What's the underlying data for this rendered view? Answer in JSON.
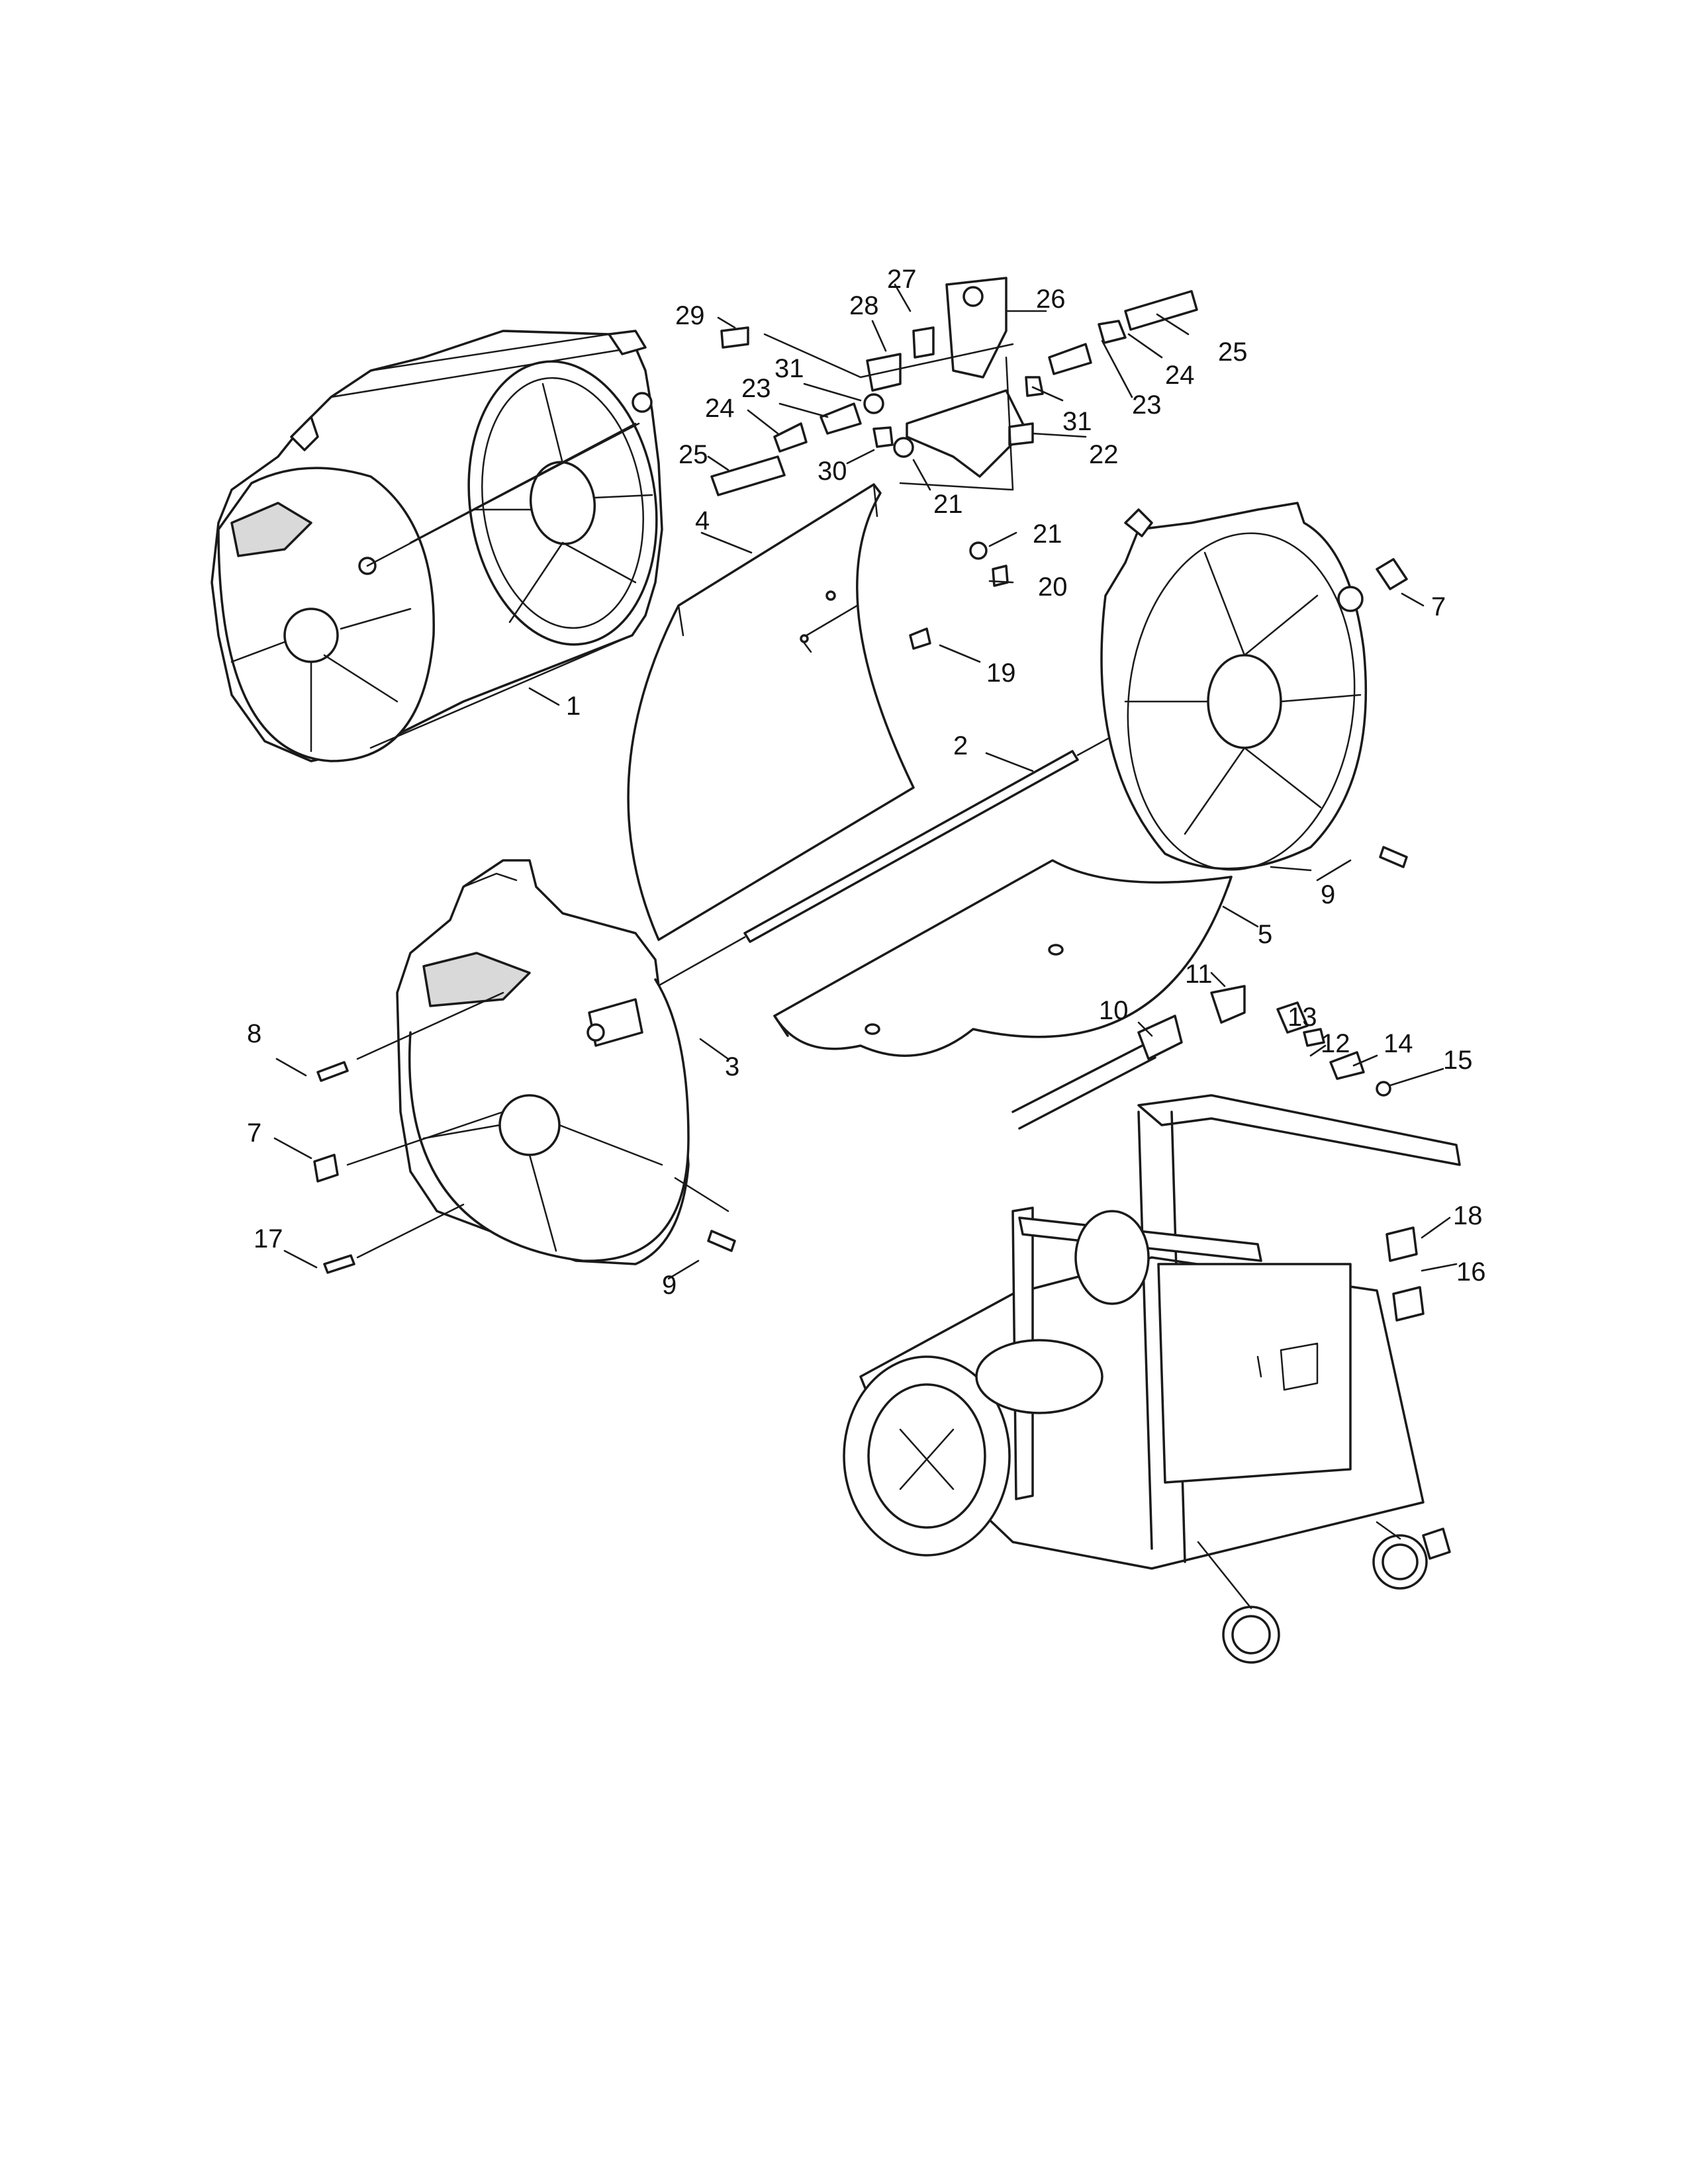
{
  "diagram": {
    "type": "exploded-parts-view",
    "callouts": {
      "c1": "1",
      "c2": "2",
      "c3": "3",
      "c4": "4",
      "c5": "5",
      "c7a": "7",
      "c7b": "7",
      "c8": "8",
      "c9a": "9",
      "c9b": "9",
      "c10": "10",
      "c11": "11",
      "c12": "12",
      "c13": "13",
      "c14": "14",
      "c15": "15",
      "c16": "16",
      "c17": "17",
      "c18": "18",
      "c19": "19",
      "c20": "20",
      "c21a": "21",
      "c21b": "21",
      "c22": "22",
      "c23a": "23",
      "c23b": "23",
      "c24a": "24",
      "c24b": "24",
      "c25a": "25",
      "c25b": "25",
      "c26": "26",
      "c27": "27",
      "c28": "28",
      "c29": "29",
      "c30": "30",
      "c31a": "31",
      "c31b": "31"
    }
  }
}
